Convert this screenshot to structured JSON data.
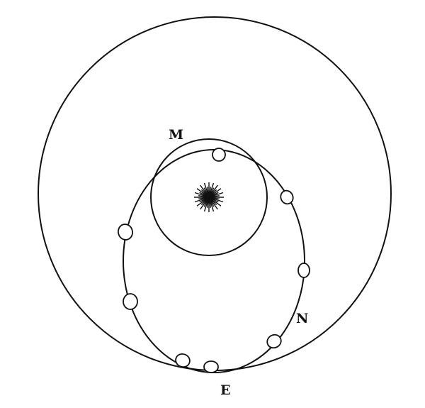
{
  "labels": {
    "m": "M",
    "n": "N",
    "e": "E"
  },
  "icons": {
    "center": "sun-icon",
    "bodies": "planet-circle-icon"
  },
  "colors": {
    "ink": "#111111",
    "paper": "#ffffff"
  }
}
